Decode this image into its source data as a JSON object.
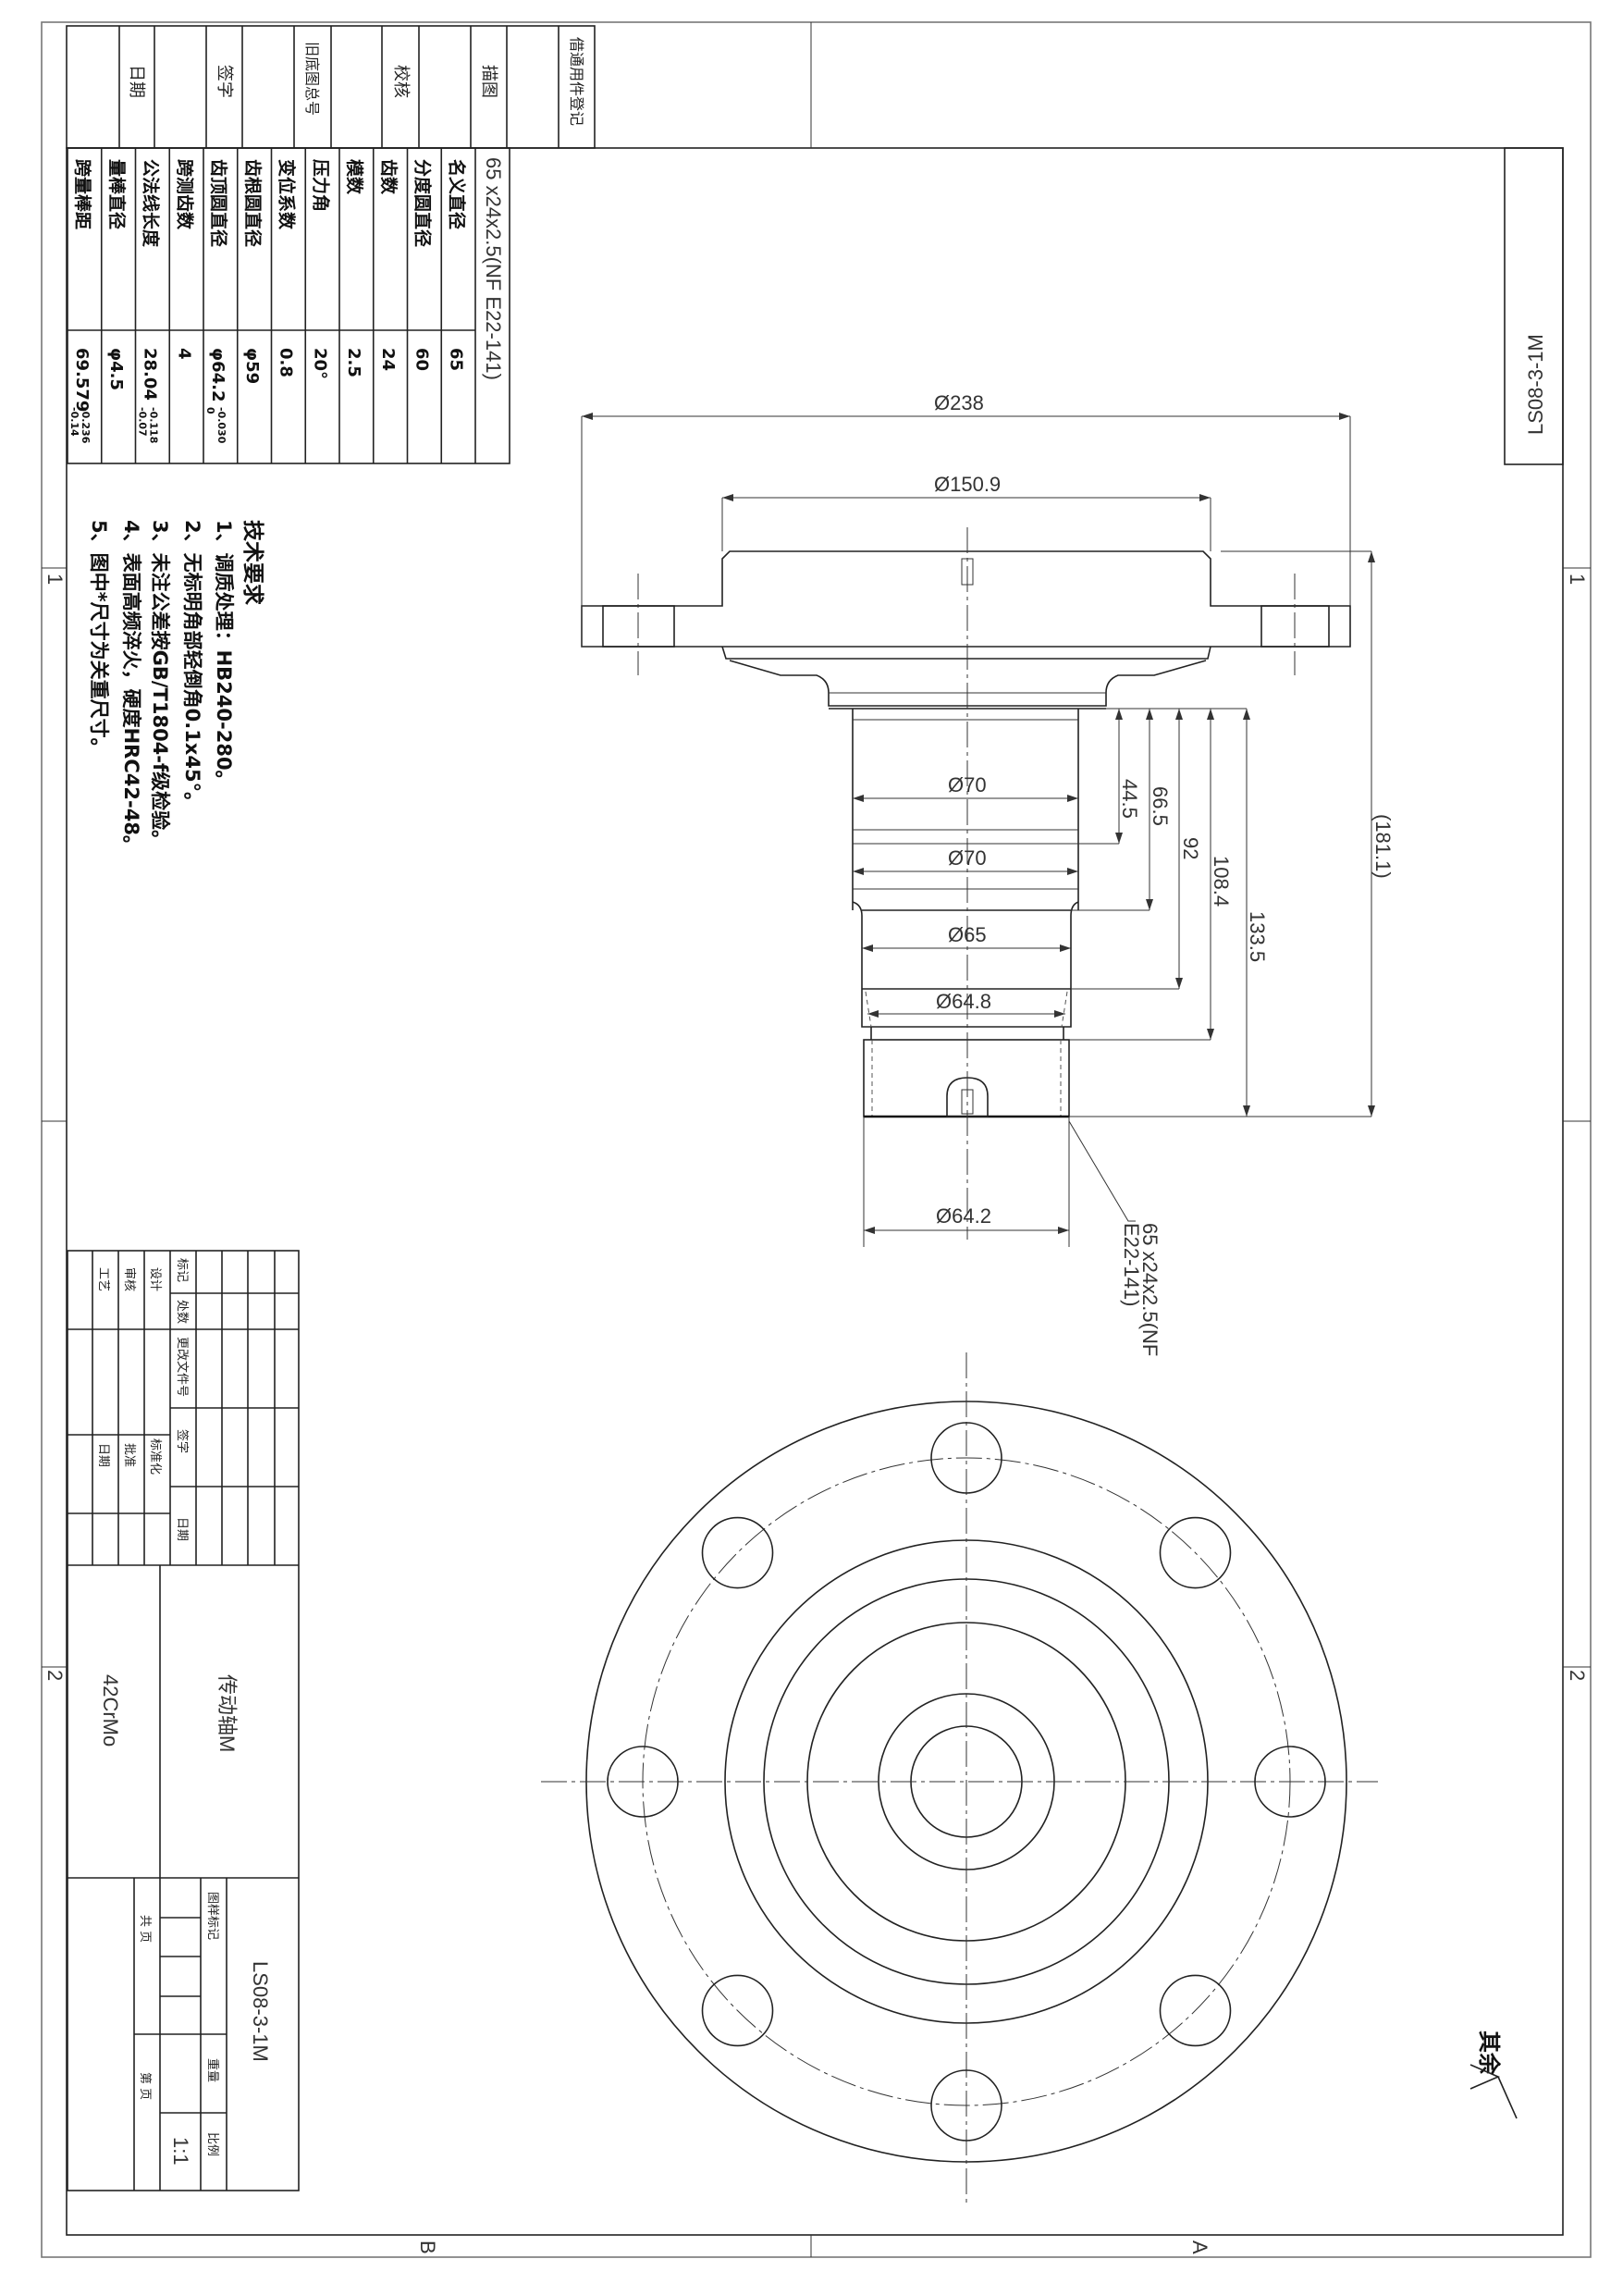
{
  "header_block": {
    "labels": [
      "日期",
      "签字",
      "旧底图总号",
      "校核",
      "描图",
      "借通用件登记"
    ]
  },
  "drawing_number_box": "LS08-3-1M",
  "gear_table": {
    "title": "65 x24x2.5(NF E22-141)",
    "rows": [
      {
        "label": "名义直径",
        "value": "65"
      },
      {
        "label": "分度圆直径",
        "value": "60"
      },
      {
        "label": "齿数",
        "value": "24"
      },
      {
        "label": "模数",
        "value": "2.5"
      },
      {
        "label": "压力角",
        "value": "20°"
      },
      {
        "label": "变位系数",
        "value": "0.8"
      },
      {
        "label": "齿根圆直径",
        "value": "φ59"
      },
      {
        "label": "齿顶圆直径",
        "value": "φ64.2",
        "tol_upper": "0",
        "tol_lower": "-0.030"
      },
      {
        "label": "跨测齿数",
        "value": "4"
      },
      {
        "label": "公法线长度",
        "value": "28.04",
        "tol_upper": "-0.07",
        "tol_lower": "-0.118"
      },
      {
        "label": "量棒直径",
        "value": "φ4.5"
      },
      {
        "label": "跨量棒距",
        "value": "69.579",
        "tol_upper": "-0.14",
        "tol_lower": "-0.236"
      }
    ]
  },
  "technical_requirements": {
    "title": "技术要求",
    "items": [
      "1、调质处理：HB240-280。",
      "2、无标明角部轻倒角0.1x45°。",
      "3、未注公差按GB/T1804-f级检验。",
      "4、表面高频淬火，硬度HRC42-48。",
      "5、图中*尺寸为关重尺寸。"
    ]
  },
  "dimensions": {
    "d238": "Ø238",
    "d150_9": "Ø150.9",
    "d70a": "Ø70",
    "d70b": "Ø70",
    "d65": "Ø65",
    "d64_8": "Ø64.8",
    "d64_2": "Ø64.2",
    "l44_5": "44.5",
    "l66_5": "66.5",
    "l92": "92",
    "l108_4": "108.4",
    "l133_5": "133.5",
    "l181_1": "(181.1)",
    "spline_note_1": "65 x24x2.5(NF",
    "spline_note_2": "E22-141)"
  },
  "title_block": {
    "change_labels": [
      "标记",
      "处数",
      "更改文件号",
      "签字",
      "日期"
    ],
    "sign_labels": [
      "设计",
      "审核",
      "工艺",
      "标准化",
      "批准",
      "日期"
    ],
    "part_name": "传动轴M",
    "material": "42CrMo",
    "drawing_number": "LS08-3-1M",
    "label_mark": "图样标记",
    "label_weight": "重量",
    "label_scale": "比例",
    "scale": "1:1",
    "sheet_total": "共 页",
    "sheet_num": "第 页"
  },
  "surface_roughness": {
    "label": "其余"
  },
  "zone_markers": {
    "rows": [
      "1",
      "2"
    ],
    "cols": [
      "B",
      "A"
    ]
  }
}
